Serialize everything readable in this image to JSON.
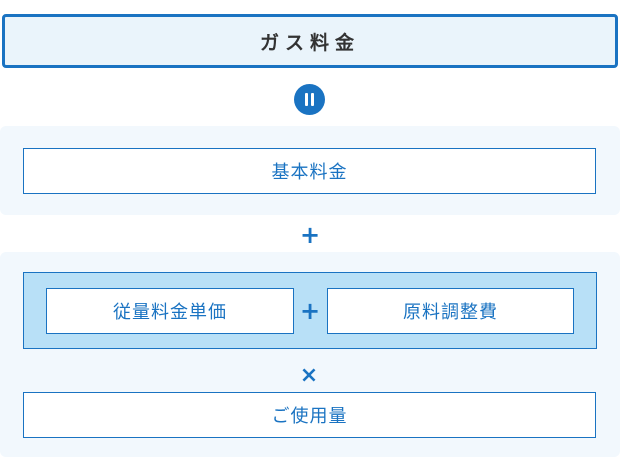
{
  "title": "ガス料金",
  "boxes": {
    "base": "基本料金",
    "unit_price": "従量料金単価",
    "adjustment": "原料調整費",
    "usage": "ご使用量"
  },
  "operators": {
    "plus": "+",
    "times": "×"
  },
  "icons": {
    "equals": "equals-icon"
  },
  "colors": {
    "accent": "#1a73c2",
    "panel": "#f2f8fd",
    "title_bg": "#eaf4fb",
    "inner_panel": "#b8e0f7"
  }
}
